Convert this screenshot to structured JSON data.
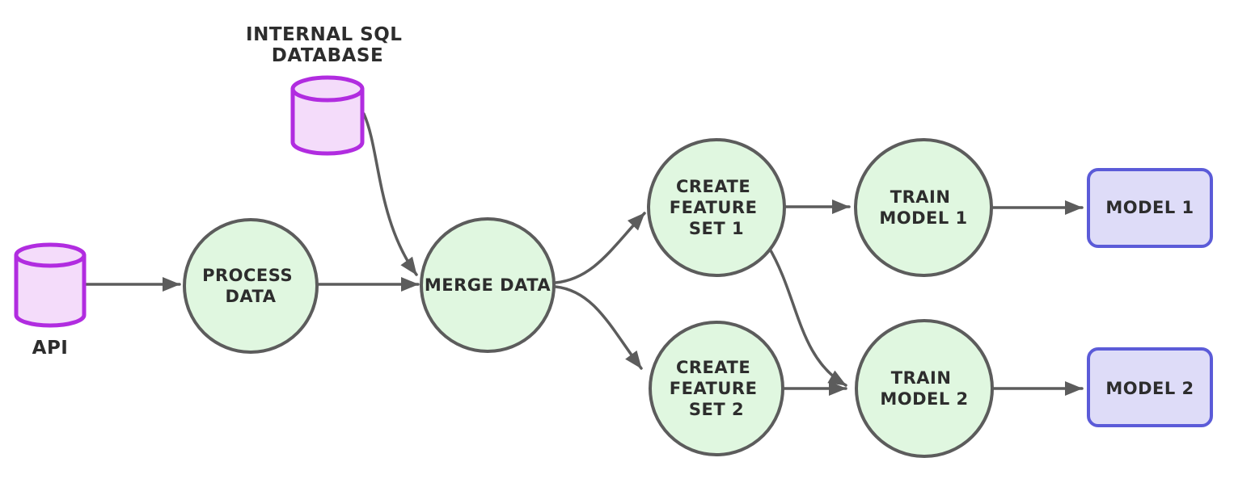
{
  "diagram": {
    "type": "flowchart",
    "colors": {
      "background": "#ffffff",
      "process_fill": "#e0f7e0",
      "process_stroke": "#5c5c5c",
      "database_fill": "#f4dcfa",
      "database_stroke": "#b12ce0",
      "output_fill": "#dedcf8",
      "output_stroke": "#5b5bd8",
      "arrow": "#5c5c5c",
      "text": "#2d2d2d"
    },
    "nodes": {
      "api": {
        "type": "database-cylinder",
        "label": "API"
      },
      "internal_sql_database": {
        "type": "database-cylinder",
        "lines": [
          "INTERNAL SQL",
          "DATABASE"
        ]
      },
      "process_data": {
        "type": "process-circle",
        "lines": [
          "PROCESS",
          "DATA"
        ]
      },
      "merge_data": {
        "type": "process-circle",
        "lines": [
          "MERGE DATA"
        ]
      },
      "create_feature_set_1": {
        "type": "process-circle",
        "lines": [
          "CREATE",
          "FEATURE",
          "SET 1"
        ]
      },
      "create_feature_set_2": {
        "type": "process-circle",
        "lines": [
          "CREATE",
          "FEATURE",
          "SET 2"
        ]
      },
      "train_model_1": {
        "type": "process-circle",
        "lines": [
          "TRAIN",
          "MODEL 1"
        ]
      },
      "train_model_2": {
        "type": "process-circle",
        "lines": [
          "TRAIN",
          "MODEL 2"
        ]
      },
      "model_1": {
        "type": "output-box",
        "label": "MODEL 1"
      },
      "model_2": {
        "type": "output-box",
        "label": "MODEL 2"
      }
    },
    "edges": [
      {
        "from": "api",
        "to": "process_data",
        "style": "straight-arrow"
      },
      {
        "from": "process_data",
        "to": "merge_data",
        "style": "straight-arrow"
      },
      {
        "from": "internal_sql_database",
        "to": "merge_data",
        "style": "curved-arrow"
      },
      {
        "from": "merge_data",
        "to": "create_feature_set_1",
        "style": "curved-arrow"
      },
      {
        "from": "merge_data",
        "to": "create_feature_set_2",
        "style": "curved-arrow"
      },
      {
        "from": "create_feature_set_1",
        "to": "train_model_1",
        "style": "straight-arrow"
      },
      {
        "from": "create_feature_set_1",
        "to": "train_model_2",
        "style": "curved-arrow"
      },
      {
        "from": "create_feature_set_2",
        "to": "train_model_2",
        "style": "straight-arrow"
      },
      {
        "from": "train_model_1",
        "to": "model_1",
        "style": "straight-arrow"
      },
      {
        "from": "train_model_2",
        "to": "model_2",
        "style": "straight-arrow"
      }
    ]
  }
}
